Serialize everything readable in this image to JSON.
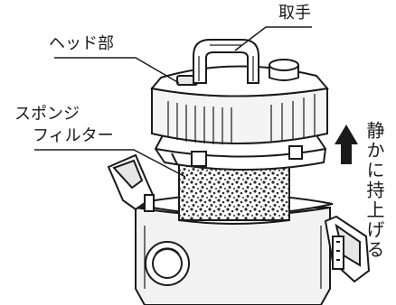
{
  "labels": {
    "handle": "取手",
    "head": "ヘッド部",
    "filter_line1": "スポンジ",
    "filter_line2": "フィルター",
    "lift_instruction": "静かに持上げる"
  },
  "colors": {
    "line": "#1a1a1a",
    "fill": "#ffffff",
    "shade": "#e6e6e6",
    "sponge": "#2b2b2b"
  },
  "icons": {
    "arrow": "up-arrow-icon"
  }
}
